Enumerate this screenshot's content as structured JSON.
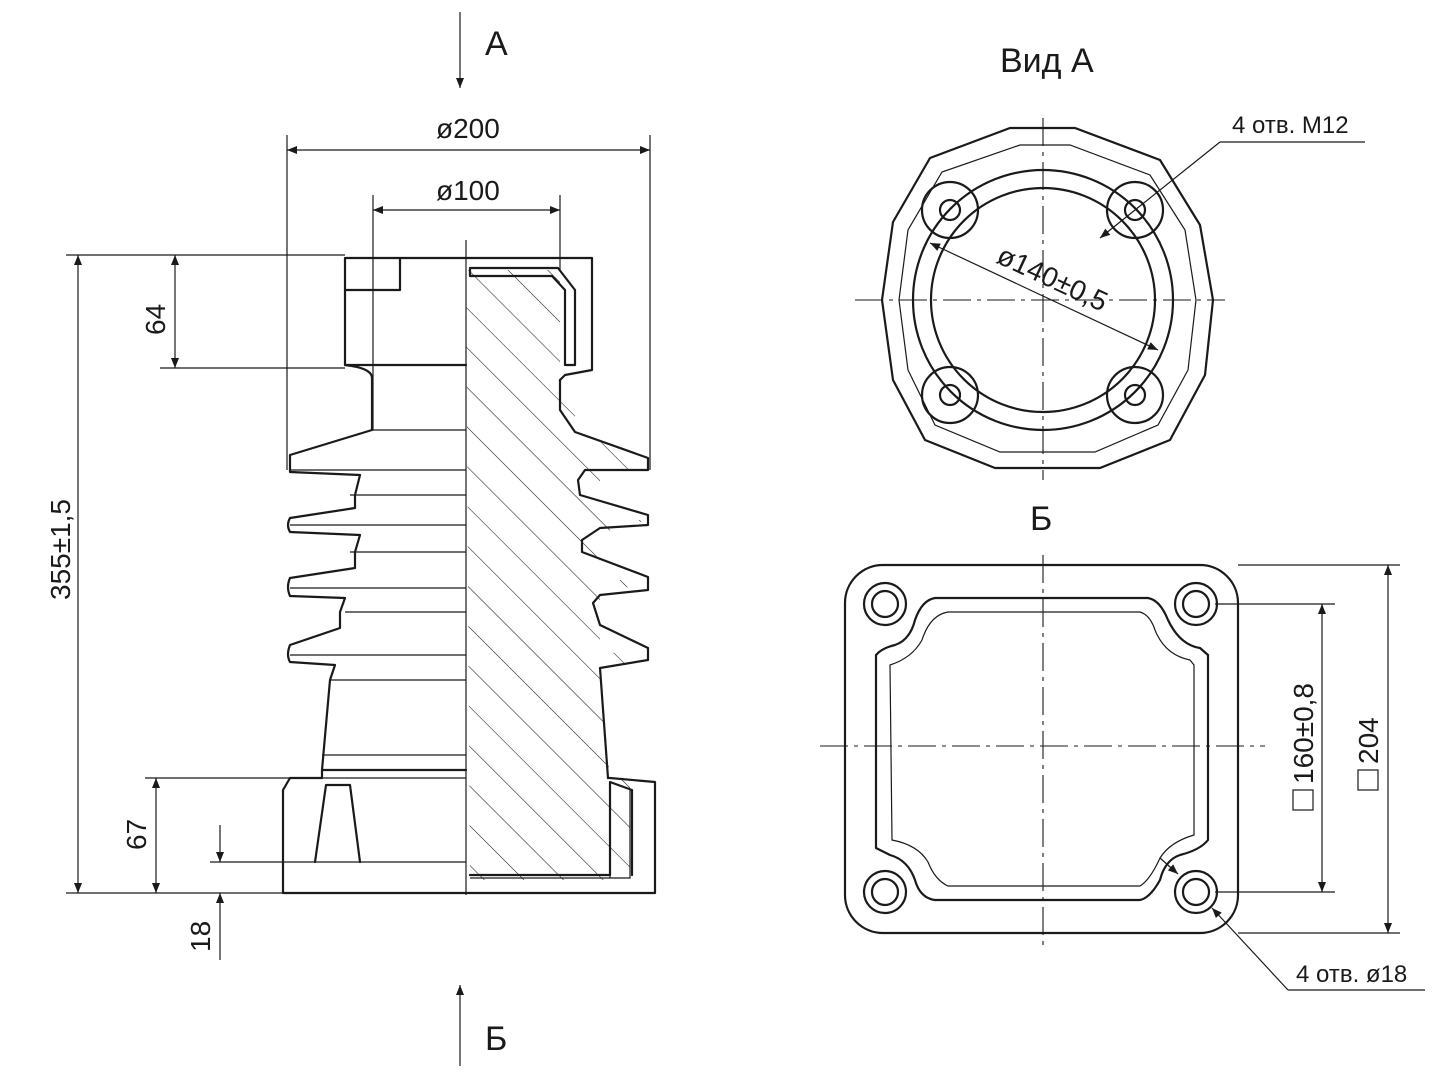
{
  "labels": {
    "arrow_a": "А",
    "arrow_b": "Б",
    "view_a_title": "Вид А",
    "view_b_title": "Б"
  },
  "dimensions": {
    "outer_diameter": "ø200",
    "inner_diameter": "ø100",
    "height_total": "355±1,5",
    "height_top": "64",
    "height_bottom": "67",
    "height_base": "18",
    "circle_diameter": "ø140±0,5",
    "holes_top": "4 отв. М12",
    "square_inner": "160±0,8",
    "square_outer": "204",
    "holes_bottom": "4 отв. ø18"
  },
  "colors": {
    "line": "#1a1a1a",
    "background": "#ffffff"
  }
}
